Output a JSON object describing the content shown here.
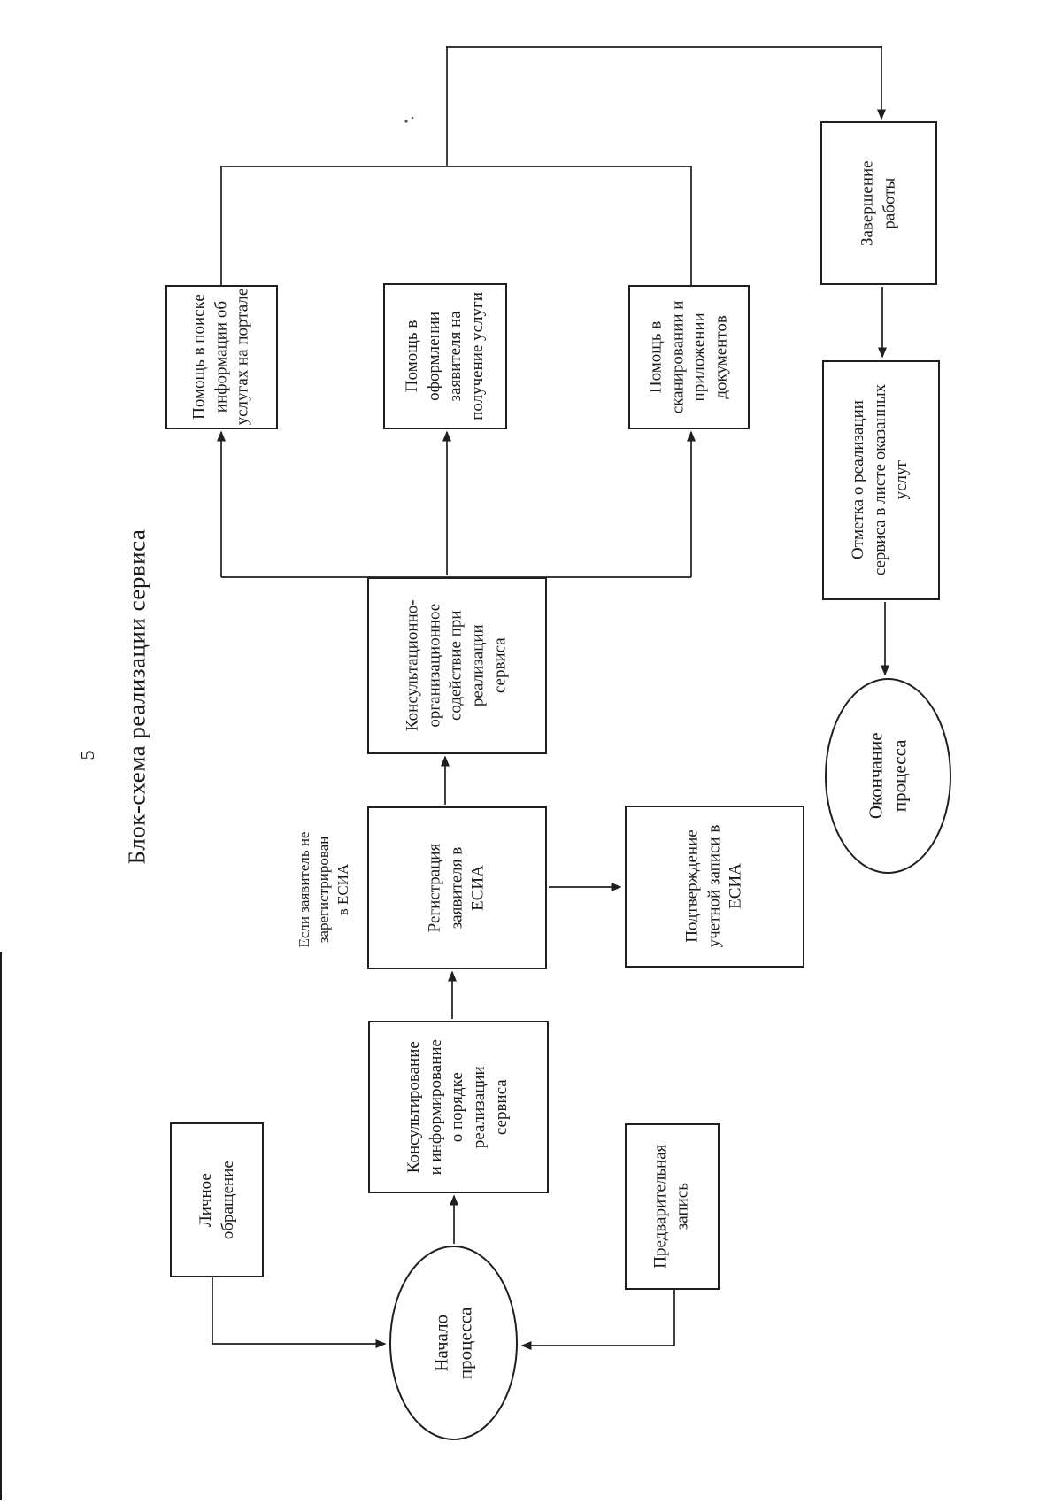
{
  "page": {
    "number": "5",
    "title": "Блок-схема реализации сервиса",
    "ink_color": "#1f1f1f",
    "background_color": "#ffffff"
  },
  "flowchart": {
    "annotation_esia": "Если заявитель не\nзарегистрирован\nв ЕСИА",
    "nodes": {
      "personal_visit": "Личное\nобращение",
      "pre_registration": "Предварительная\nзапись",
      "start": "Начало\nпроцесса",
      "consulting_info": "Консультирование\nи информирование\nо порядке\nреализации\nсервиса",
      "registration_esia": "Регистрация\nзаявителя в\nЕСИА",
      "confirm_account": "Подтверждение\nучетной записи в\nЕСИА",
      "org_assistance": "Консультационно-\nорганизационное\nсодействие при\nреализации\nсервиса",
      "help_search": "Помощь в поиске\nинформации об\nуслугах на портале",
      "help_registration": "Помощь в\nоформлении\nзаявителя на\nполучение услуги",
      "help_scanning": "Помощь в\nсканировании и\nприложении\nдокументов",
      "finish_work": "Завершение\nработы",
      "service_mark": "Отметка о реализации\nсервиса в листе оказанных\nуслуг",
      "end": "Окончание\nпроцесса"
    }
  }
}
